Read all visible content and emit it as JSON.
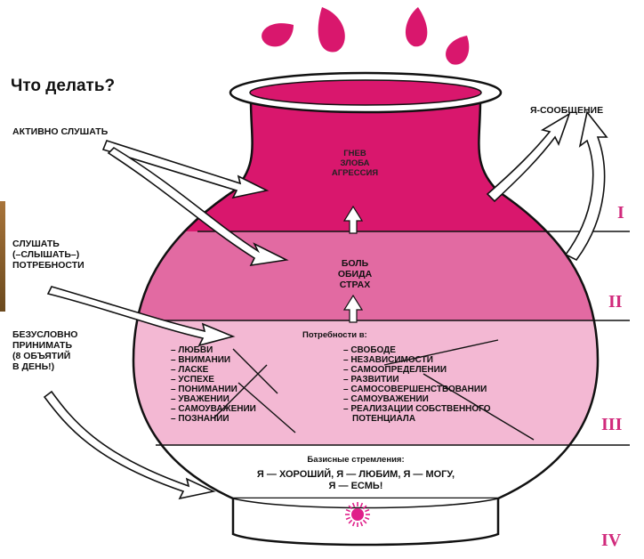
{
  "title": "Что делать?",
  "left": {
    "listen": "АКТИВНО СЛУШАТЬ",
    "needs": [
      "СЛУШАТЬ",
      "(–СЛЫШАТЬ–)",
      "ПОТРЕБНОСТИ"
    ],
    "accept": [
      "БЕЗУСЛОВНО",
      "ПРИНИМАТЬ",
      "(8 ОБЪЯТИЙ",
      "В ДЕНЬ!)"
    ]
  },
  "right": {
    "i_message": "Я-СООБЩЕНИЕ"
  },
  "layers": {
    "l1": [
      "ГНЕВ",
      "ЗЛОБА",
      "АГРЕССИЯ"
    ],
    "l2": [
      "БОЛЬ",
      "ОБИДА",
      "СТРАХ"
    ],
    "needs_heading": "Потребности в:",
    "needs_left": [
      "– ЛЮБВИ",
      "– ВНИМАНИИ",
      "– ЛАСКЕ",
      "– УСПЕХЕ",
      "– ПОНИМАНИИ",
      "– УВАЖЕНИИ",
      "– САМОУВАЖЕНИИ",
      "– ПОЗНАНИИ"
    ],
    "needs_right": [
      "– СВОБОДЕ",
      "– НЕЗАВИСИМОСТИ",
      "– САМООПРЕДЕЛЕНИИ",
      "– РАЗВИТИИ",
      "– САМОСОВЕРШЕНСТВОВАНИИ",
      "– САМОУВАЖЕНИИ",
      "– РЕАЛИЗАЦИИ СОБСТВЕННОГО",
      "ПОТЕНЦИАЛА"
    ],
    "basic_heading": "Базисные стремления:",
    "basic_line1": "Я — ХОРОШИЙ, Я — ЛЮБИМ, Я — МОГУ,",
    "basic_line2": "Я — ЕСМЬ!"
  },
  "roman": {
    "i": "I",
    "ii": "II",
    "iii": "III",
    "iv": "IV"
  },
  "colors": {
    "top": "#d9176d",
    "mid": "#e26aa2",
    "low": "#f3b8d3",
    "base": "#ffffff",
    "outline": "#111111",
    "roman": "#d12a7c",
    "sun": "#e0208a"
  }
}
